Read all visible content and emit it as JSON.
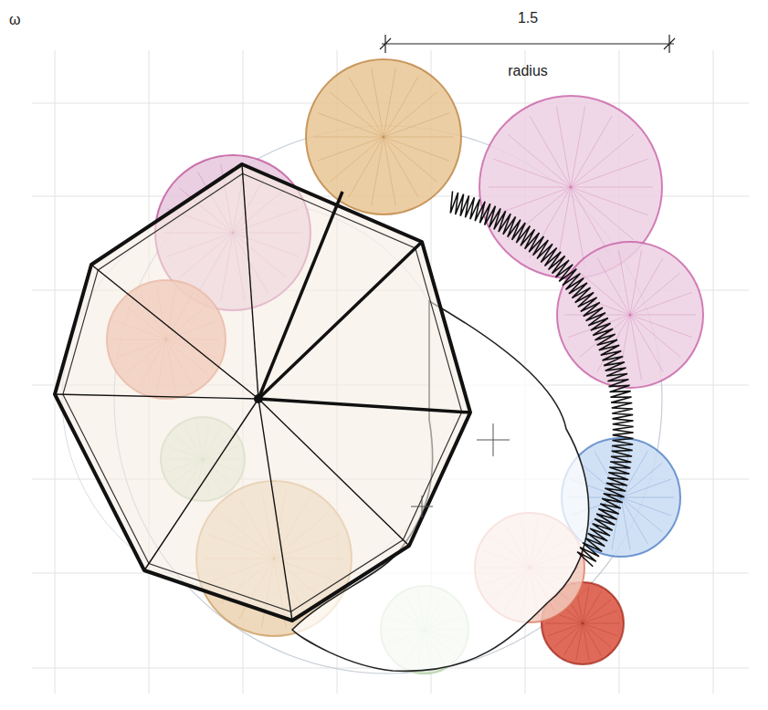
{
  "diagram": {
    "labels": [
      "ω",
      "1.5",
      "radius"
    ]
  }
}
